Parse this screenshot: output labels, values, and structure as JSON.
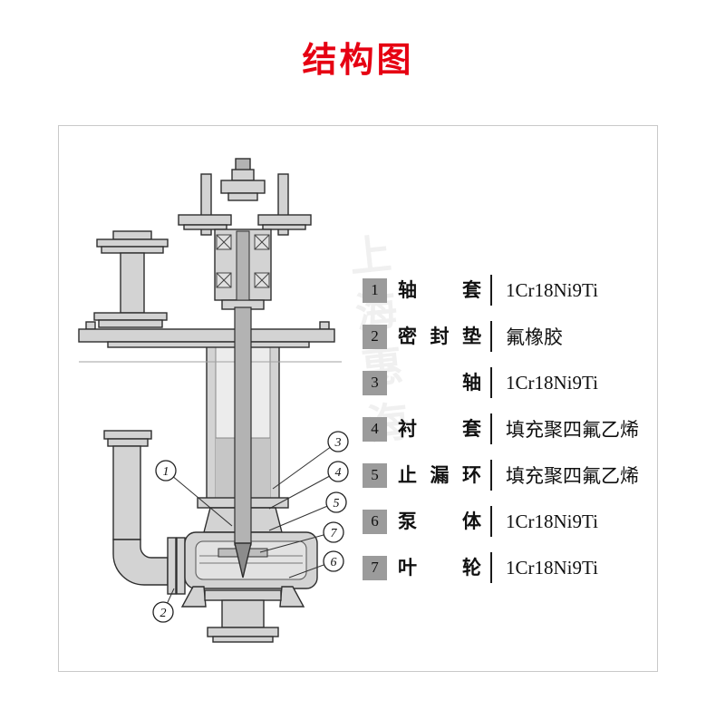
{
  "title": "结构图",
  "accent_color": "#e60012",
  "watermark": {
    "text": "上海惠海"
  },
  "diagram": {
    "callouts": [
      {
        "label": "1"
      },
      {
        "label": "2"
      },
      {
        "label": "3"
      },
      {
        "label": "4"
      },
      {
        "label": "5"
      },
      {
        "label": "6"
      },
      {
        "label": "7"
      }
    ]
  },
  "legend": {
    "rows": [
      {
        "num": "1",
        "name": "轴套",
        "material": "1Cr18Ni9Ti"
      },
      {
        "num": "2",
        "name": "密封垫",
        "material": "氟橡胶"
      },
      {
        "num": "3",
        "name": "　轴",
        "material": "1Cr18Ni9Ti"
      },
      {
        "num": "4",
        "name": "衬套",
        "material": "填充聚四氟乙烯"
      },
      {
        "num": "5",
        "name": "止漏环",
        "material": "填充聚四氟乙烯"
      },
      {
        "num": "6",
        "name": "泵体",
        "material": "1Cr18Ni9Ti"
      },
      {
        "num": "7",
        "name": "叶轮",
        "material": "1Cr18Ni9Ti"
      }
    ]
  }
}
